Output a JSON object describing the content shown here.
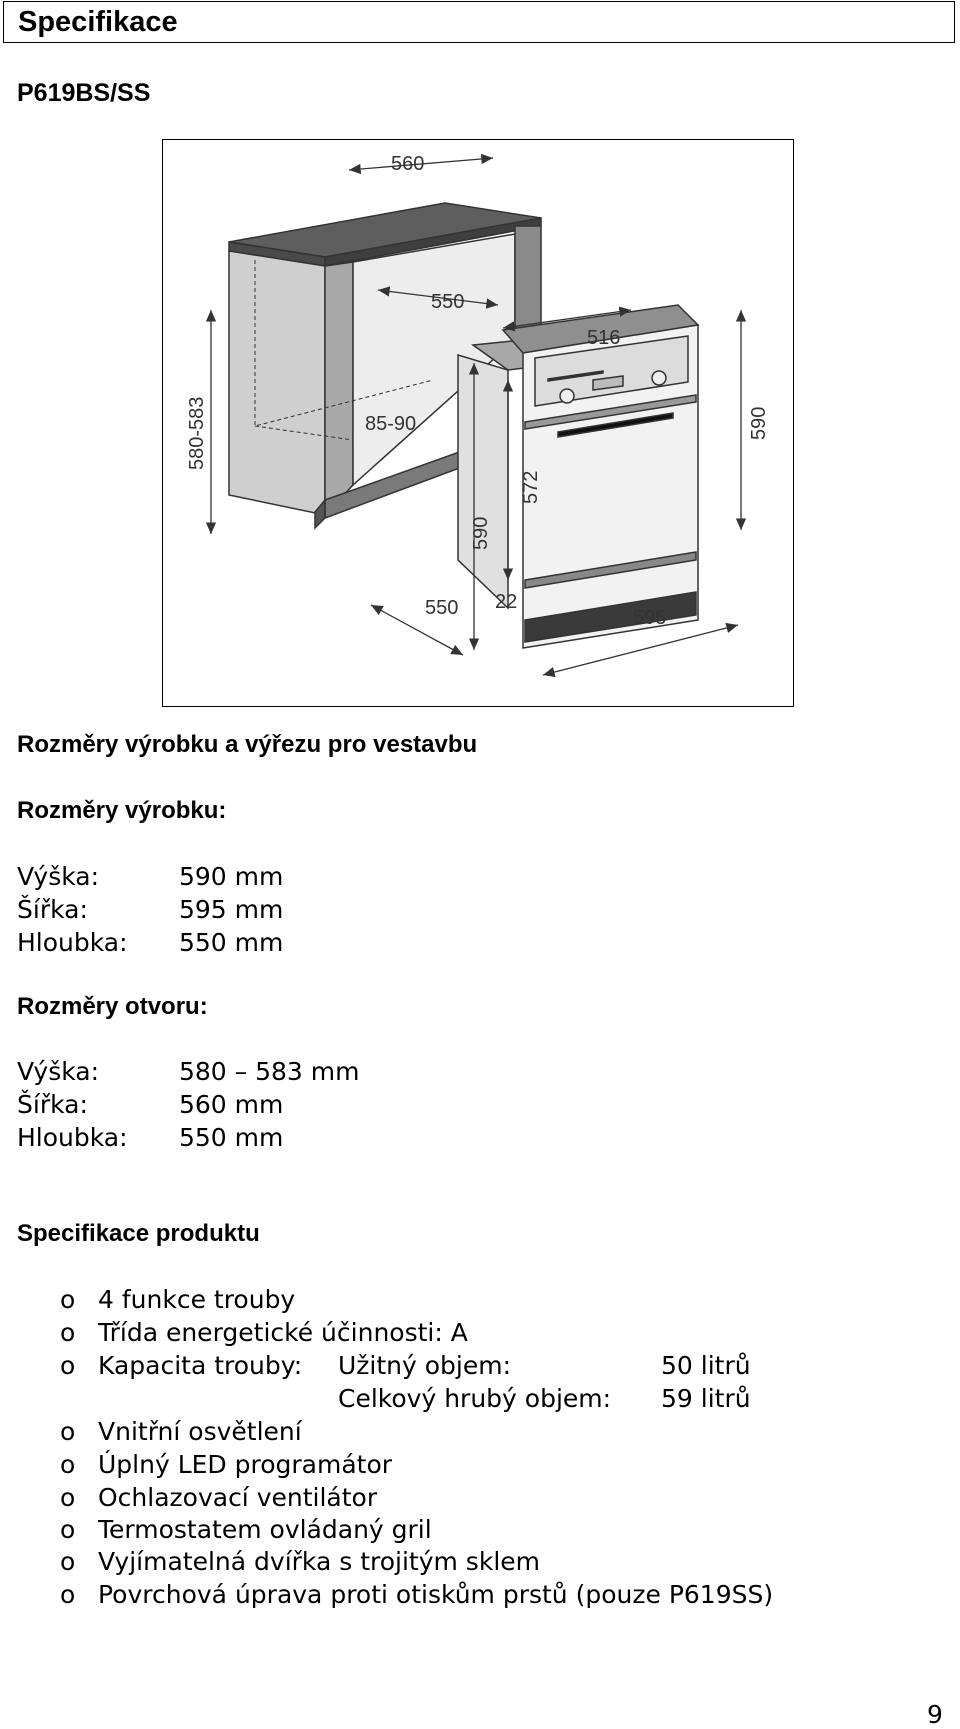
{
  "header": {
    "title": "Specifikace"
  },
  "model": "P619BS/SS",
  "figure": {
    "dimensions": {
      "top_width": "560",
      "cabinet_depth": "550",
      "cabinet_height": "580-583",
      "recess": "85-90",
      "oven_depth": "516",
      "door_height": "572",
      "side_height": "590",
      "front_height": "590",
      "bottom_depth": "550",
      "front_gap": "22",
      "front_width": "595"
    }
  },
  "section_title": "Rozměry výrobku a výřezu pro vestavbu",
  "product_dims": {
    "title": "Rozměry výrobku:",
    "rows": [
      {
        "label": "Výška:",
        "value": "590 mm"
      },
      {
        "label": "Šířka:",
        "value": "595 mm"
      },
      {
        "label": "Hloubka:",
        "value": "550 mm"
      }
    ]
  },
  "opening_dims": {
    "title": "Rozměry otvoru:",
    "rows": [
      {
        "label": "Výška:",
        "value": "580 – 583 mm"
      },
      {
        "label": "Šířka:",
        "value": "560 mm"
      },
      {
        "label": "Hloubka:",
        "value": "550 mm"
      }
    ]
  },
  "spec": {
    "title": "Specifikace produktu",
    "bullet": "o",
    "items": [
      "4 funkce trouby",
      "Třída energetické účinnosti: A",
      "Kapacita trouby:",
      "Vnitřní osvětlení",
      "Úplný LED programátor",
      "Ochlazovací ventilátor",
      "Termostatem ovládaný gril",
      "Vyjímatelná dvířka s trojitým sklem",
      "Povrchová úprava proti otiskům prstů (pouze P619SS)"
    ],
    "capacity": {
      "usable_label": "Užitný objem:",
      "usable_value": "50 litrů",
      "gross_label": "Celkový hrubý objem:",
      "gross_value": "59 litrů"
    }
  },
  "page_number": "9"
}
